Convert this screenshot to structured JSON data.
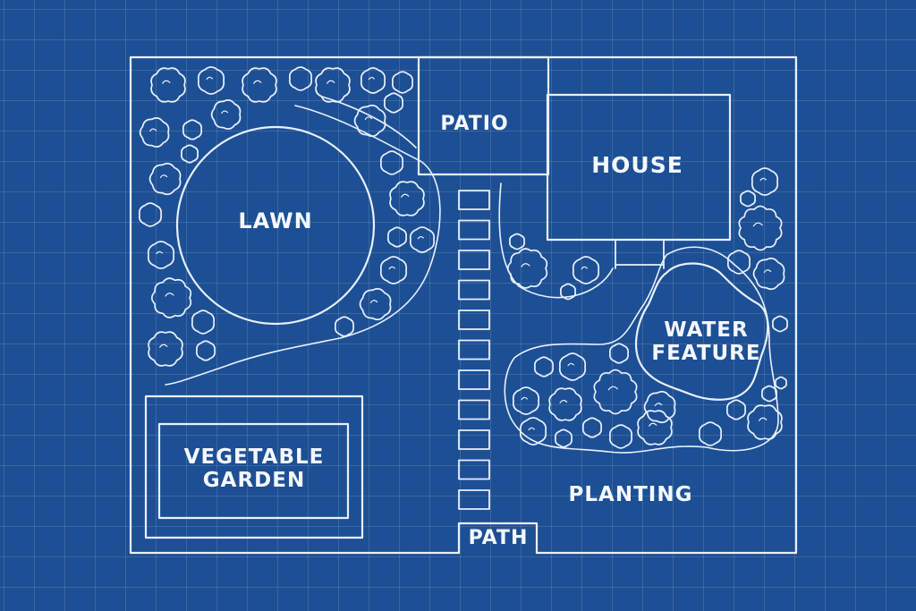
{
  "colors": {
    "background": "#1d4f94",
    "grid": "#5f86bd",
    "line": "#e8f0ff"
  },
  "labels": {
    "patio": "PATIO",
    "house": "HOUSE",
    "lawn": "LAWN",
    "water_feature": "WATER\nFEATURE",
    "vegetable_garden": "VEGETABLE\nGARDEN",
    "planting": "PLANTING",
    "path": "PATH"
  },
  "icons": [
    "shrub-icon",
    "stepping-stone-icon"
  ]
}
